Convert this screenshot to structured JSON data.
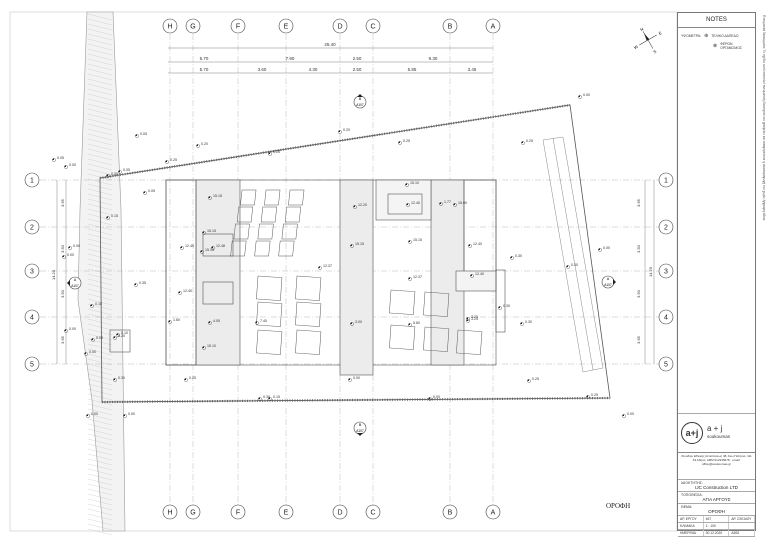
{
  "drawing": {
    "sheet_title": "ΟΡΟΦΗ",
    "grid_letters_top": [
      "H",
      "G",
      "F",
      "E",
      "D",
      "C",
      "B",
      "A"
    ],
    "grid_letters_bottom": [
      "H",
      "G",
      "F",
      "E",
      "D",
      "C",
      "B",
      "A"
    ],
    "grid_numbers_left": [
      "1",
      "2",
      "3",
      "4",
      "5"
    ],
    "grid_numbers_right": [
      "1",
      "2",
      "3",
      "4",
      "5"
    ],
    "overall_dimension": "25.40",
    "dim_row1": [
      "5.70",
      "7.90",
      "2.50",
      "9.30"
    ],
    "dim_row2": [
      "5.70",
      "3.60",
      "4.30",
      "2.50",
      "5.85",
      "3.45"
    ],
    "left_dims": [
      "3.65",
      "3.50",
      "3.50",
      "3.65"
    ],
    "left_total": "14.20",
    "right_dims": [
      "3.65",
      "3.50",
      "3.50",
      "3.65"
    ],
    "right_total": "14.20",
    "section_top": {
      "num": "B",
      "ref": "A107"
    },
    "section_bottom": {
      "num": "B",
      "ref": "A107"
    },
    "section_left": {
      "num": "A",
      "ref": "A107"
    },
    "section_right": {
      "num": "A",
      "ref": "A107"
    },
    "compass": {
      "n": "N",
      "w": "W",
      "e": "E",
      "s": "S"
    },
    "levels": [
      {
        "t": "0.00"
      },
      {
        "t": "0.05"
      },
      {
        "t": "0.20"
      },
      {
        "t": "0.20"
      },
      {
        "t": "0.25"
      },
      {
        "t": "0.25"
      },
      {
        "t": "0.25"
      },
      {
        "t": "0.05"
      },
      {
        "t": "0.00"
      },
      {
        "t": "0.05"
      },
      {
        "t": "0.00"
      },
      {
        "t": "0.05"
      },
      {
        "t": "0.25"
      },
      {
        "t": "0.15"
      },
      {
        "t": "0.00"
      },
      {
        "t": "0.00"
      },
      {
        "t": "0.35"
      },
      {
        "t": "0.15"
      },
      {
        "t": "0.00"
      },
      {
        "t": "0.20"
      },
      {
        "t": "0.00"
      },
      {
        "t": "0.00"
      },
      {
        "t": "0.30"
      },
      {
        "t": "0.25"
      },
      {
        "t": "0.00"
      },
      {
        "t": "0.00"
      },
      {
        "t": "0.15"
      },
      {
        "t": "0.00"
      },
      {
        "t": "0.25"
      },
      {
        "t": "0.00"
      },
      {
        "t": "0.00"
      },
      {
        "t": "0.25"
      },
      {
        "t": "0.30"
      },
      {
        "t": "0.30"
      },
      {
        "t": "0.30"
      },
      {
        "t": "0.00"
      }
    ],
    "inner_levels": [
      {
        "t": "15.15"
      },
      {
        "t": "15.15"
      },
      {
        "t": "12.40"
      },
      {
        "t": "12.40"
      },
      {
        "t": "15.15"
      },
      {
        "t": "12.48"
      },
      {
        "t": "12.40"
      },
      {
        "t": "12.37"
      },
      {
        "t": "15.15"
      },
      {
        "t": "15.10"
      },
      {
        "t": "12.37"
      },
      {
        "t": "12.40"
      },
      {
        "t": "12.40"
      },
      {
        "t": "15.10"
      },
      {
        "t": "4.05"
      },
      {
        "t": "1.60"
      },
      {
        "t": "7.40"
      },
      {
        "t": "3.00"
      },
      {
        "t": "5.60"
      },
      {
        "t": "3.25"
      },
      {
        "t": "15.00"
      },
      {
        "t": "12.20"
      },
      {
        "t": "0.30"
      },
      {
        "t": "0.30"
      },
      {
        "t": "0.10"
      },
      {
        "t": "3.25"
      },
      {
        "t": "1.77"
      },
      {
        "t": "15.15"
      }
    ]
  },
  "titleblock": {
    "notes_header": "NOTES",
    "legend_label": "ΥΨΟΜΕΤΡΑ:",
    "legend_item1": "ΤΕΛΙΚΟ ΔΑΠΕΔΟ",
    "legend_item2": "ΦΕΡΩΝ ΟΡΓΑΝΙΣΜΟΣ",
    "firm_mark": "a+j",
    "firm_name": "a + j",
    "firm_sub": "soukoumas",
    "firm_address": "Στουδίου Εθνικής Αντιστάσεως 48, Άνω Πατήσια, 111 43 Αθήνα, ΑΦΜ 012345678 · email: office@soukoumas.gr",
    "client_label": "ΙΔΙΟΚΤΗΤΗΣ:",
    "client_value": "IJC Construction LTD",
    "project_label": "ΤΟΠΟΘΕΣΙΑ:",
    "project_value": "ΑΓΙΑ ΑΡΓΟΥΣ",
    "drawing_label": "ΘΕΜΑ:",
    "drawing_value": "ΟΡΟΦΗ",
    "meta": [
      [
        "ΑΡ. ΕΡΓΟΥ",
        "467",
        "ΑΡ. ΣΧΕΔΙΟΥ"
      ],
      [
        "ΚΛΙΜΑΚΑ",
        "1 : 100",
        ""
      ],
      [
        "ΗΜΕΡ/ΝΙΑ",
        "30.12.2020",
        "A306"
      ]
    ],
    "sidenote": "Πνευματικά δικαιώματα: Το σχέδιο αυτό αποτελεί πνευματική ιδιοκτησία του γραφείου και απαγορεύεται η αναπαραγωγή του χωρίς έγγραφη άδεια."
  }
}
